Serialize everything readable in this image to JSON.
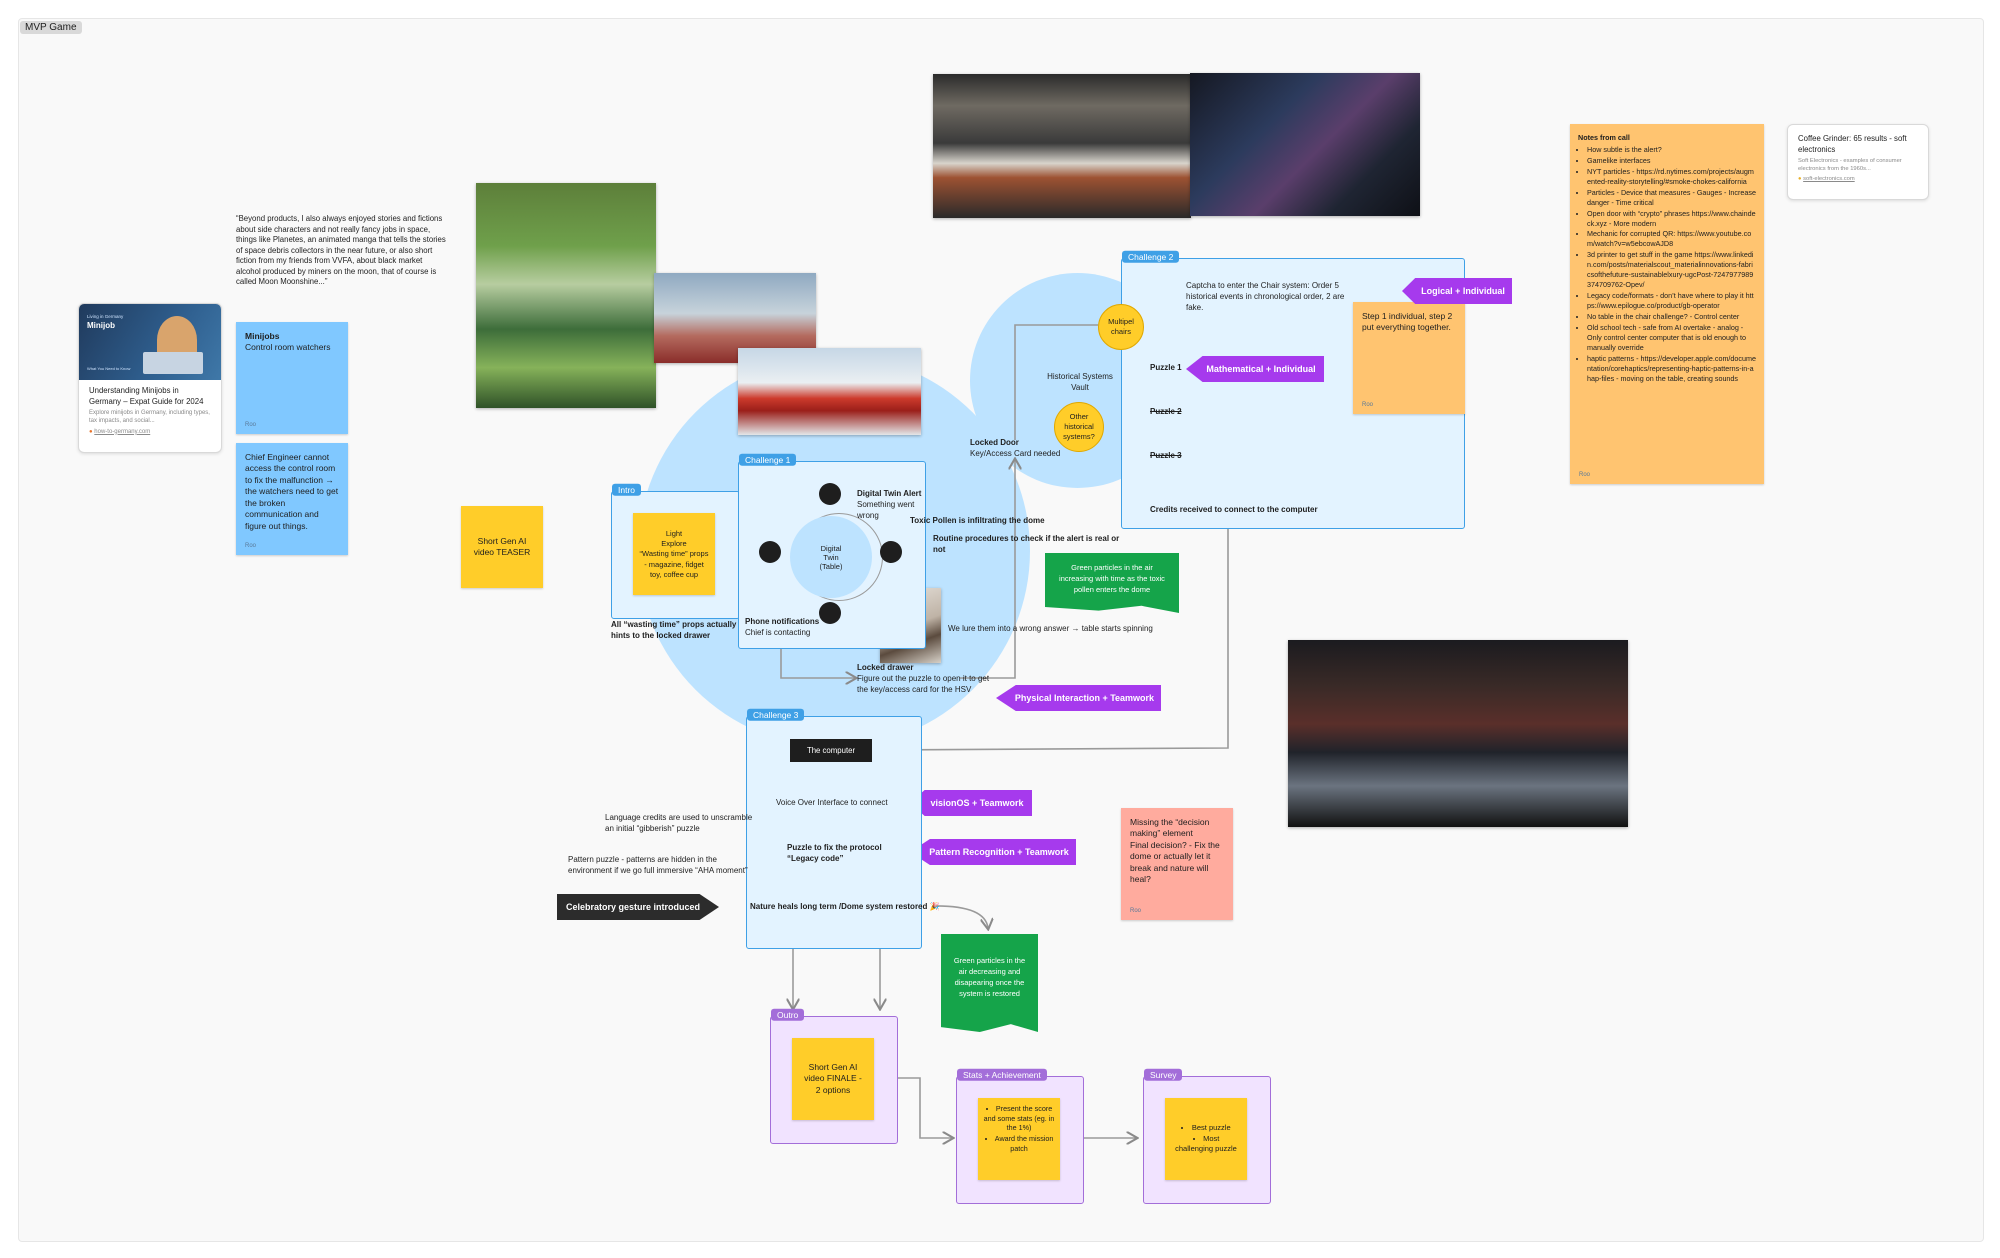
{
  "board": {
    "title": "MVP Game"
  },
  "quote": "“Beyond products, I also always enjoyed stories and fictions about side characters and not really fancy jobs in space, things like Planetes, an animated manga that tells the stories of space debris collectors in the near future, or also short fiction from my friends from VVFA, about black market alcohol produced by miners on the moon, that of course is called Moon Moonshine...”",
  "minijob_card": {
    "banner_small": "Living in Germany",
    "banner_title": "Minijob",
    "banner_sub": "What You Need to Know",
    "title": "Understanding Minijobs in Germany – Expat Guide for 2024",
    "description": "Explore minijobs in Germany, including types, tax impacts, and social...",
    "domain": "how-to-germany.com"
  },
  "stickies": {
    "minijobs": {
      "title": "Minijobs",
      "body": "Control room watchers",
      "author": "Roo"
    },
    "chief": {
      "body": "Chief Engineer cannot access the control room to fix the malfunction → the watchers need to get the broken communication and figure out things.",
      "author": "Roo"
    },
    "teaser": {
      "body": "Short Gen AI video TEASER"
    },
    "intro_props": {
      "body": "Light\nExplore\n“Wasting time” props - magazine, fidget toy, coffee cup"
    },
    "step": {
      "body": "Step 1 individual, step 2 put everything together.",
      "author": "Roo"
    },
    "missing": {
      "body": "Missing the “decision making” element\nFinal decision? - Fix the dome or actually let it break and nature will heal?",
      "author": "Roo"
    },
    "finale": {
      "body": "Short Gen AI video FINALE - 2 options"
    },
    "stats": {
      "items": [
        "Present the score and some stats (eg. in the 1%)",
        "Award the mission patch"
      ]
    },
    "survey": {
      "items": [
        "Best puzzle",
        "Most challenging puzzle"
      ]
    }
  },
  "notes": {
    "title": "Notes from call",
    "items": [
      "How subtle is the alert?",
      "Gamelike interfaces",
      "NYT particles - https://rd.nytimes.com/projects/augmented-reality-storytelling/#smoke-chokes-california",
      "Particles - Device that measures - Gauges - Increase danger - Time critical",
      "Open door with “crypto” phrases https://www.chaindeck.xyz - More modern",
      "Mechanic for corrupted QR: https://www.youtube.com/watch?v=w5ebcowAJD8",
      "3d printer to get stuff in the game https://www.linkedin.com/posts/materialscout_materialinnovations-fabricsofthefuture-sustainablelxury-ugcPost-7247977989374709762-Opev/",
      "Legacy code/formats - don’t have where to play it  https://www.epilogue.co/product/gb-operator",
      "No table in the chair challenge? - Control center",
      "Old school tech - safe from AI overtake - analog - Only control center computer that is old enough to manually override",
      "haptic patterns - https://developer.apple.com/documentation/corehaptics/representing-haptic-patterns-in-ahap-files - moving on the table, creating sounds"
    ],
    "author": "Roo"
  },
  "coffee_card": {
    "title": "Coffee Grinder: 65 results - soft electronics",
    "description": "Soft Electronics - examples of consumer electronics from the 1960s...",
    "domain": "soft-electronics.com"
  },
  "sections": {
    "intro": "Intro",
    "challenge1": "Challenge 1",
    "challenge2": "Challenge 2",
    "challenge3": "Challenge 3",
    "outro": "Outro",
    "stats": "Stats + Achievement",
    "survey": "Survey"
  },
  "challenge1": {
    "center": "Digital\nTwin\n(Table)",
    "alert_title": "Digital Twin Alert",
    "alert_sub": "Something went wrong",
    "phone_title": "Phone notifications",
    "phone_sub": "Chief is contacting",
    "toxic": "Toxic Pollen is infiltrating the dome",
    "routine": "Routine procedures to check if the alert is real or not",
    "wasting": "All “wasting time” props actually hints to the locked drawer",
    "drawer_title": "Locked drawer",
    "drawer_body": "Figure out the puzzle to open it to get the key/access card for the HSV",
    "lure": "We lure them into a wrong answer → table starts spinning"
  },
  "challenge2": {
    "locked_door_title": "Locked Door",
    "locked_door_sub": "Key/Access Card needed",
    "vault": "Historical Systems Vault",
    "multipel": "Multipel chairs",
    "other": "Other historical systems?",
    "captcha": "Captcha to enter the Chair system: Order 5 historical events in chronological order, 2 are fake.",
    "puzzle1": "Puzzle 1",
    "puzzle2": "Puzzle 2",
    "puzzle3": "Puzzle 3",
    "credits": "Credits received to connect to the computer"
  },
  "challenge3": {
    "computer": "The computer",
    "voice": "Voice Over Interface to connect",
    "protocol": "Puzzle to fix the protocol “Legacy code”",
    "nature": "Nature heals long term /Dome system restored 🎉",
    "language": "Language credits are used to unscramble an initial “gibberish” puzzle",
    "pattern": "Pattern puzzle - patterns are hidden in the environment if we go full immersive “AHA moment”"
  },
  "tags": {
    "logical": "Logical + Individual",
    "mathematical": "Mathematical + Individual",
    "physical": "Physical Interaction + Teamwork",
    "visionos": "visionOS + Teamwork",
    "pattern": "Pattern Recognition + Teamwork",
    "celebratory": "Celebratory gesture introduced"
  },
  "green_notes": {
    "increase": "Green particles in the air increasing with time as the toxic pollen enters the dome",
    "decrease": "Green particles in the air decreasing and disapearing once the system is restored"
  },
  "colors": {
    "blue_sticky": "#80c8ff",
    "yellow_sticky": "#ffcd29",
    "orange_sticky": "#ffc470",
    "salmon_sticky": "#ffab9e",
    "tag_purple": "#a63aed",
    "green_note": "#15a44a",
    "section_blue": "#3fa0e6",
    "section_purple": "#a36ed9"
  }
}
